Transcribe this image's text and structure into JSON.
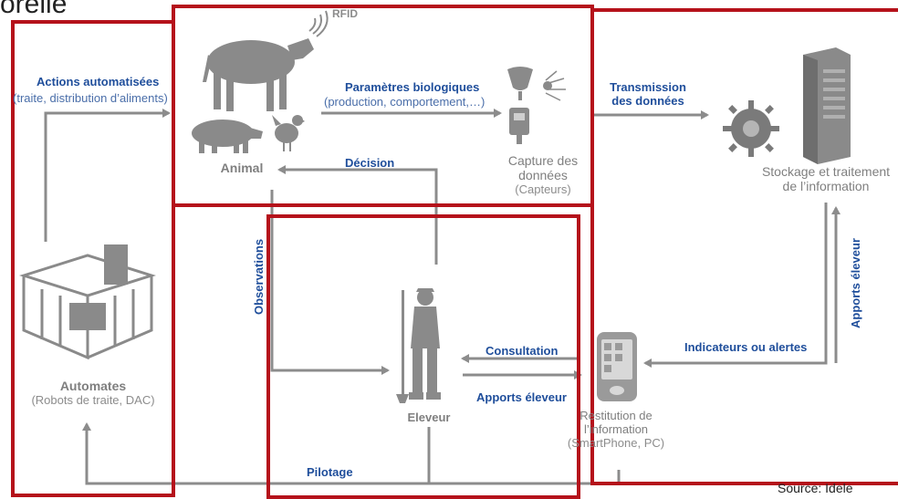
{
  "title_fragment": "orelle",
  "source": "Source: Idele",
  "nodes": {
    "animal": {
      "label": "Animal",
      "rfid": "RFID"
    },
    "capture": {
      "label_line1": "Capture des",
      "label_line2": "données",
      "sub": "(Capteurs)"
    },
    "stockage": {
      "label_line1": "Stockage et traitement",
      "label_line2": "de l’information"
    },
    "automates": {
      "label": "Automates",
      "sub": "(Robots de traite, DAC)"
    },
    "eleveur": {
      "label": "Eleveur"
    },
    "restitution": {
      "label_line1": "Restitution de",
      "label_line2": "l’information",
      "sub": "(SmartPhone, PC)"
    }
  },
  "edges": {
    "actions_line1": "Actions automatisées",
    "actions_line2": "(traite, distribution d’aliments)",
    "params_line1": "Paramètres biologiques",
    "params_line2": "(production, comportement,…)",
    "transmission_line1": "Transmission",
    "transmission_line2": "des données",
    "decision": "Décision",
    "observations": "Observations",
    "apports_vertical": "Apports éleveur",
    "indicateurs": "Indicateurs ou alertes",
    "consultation": "Consultation",
    "apports_horizontal": "Apports éleveur",
    "pilotage": "Pilotage"
  },
  "colors": {
    "frame": "#b5121b",
    "arrow": "#8c8c8c",
    "label_blue": "#1f4e9b",
    "label_gray": "#7f7f7f"
  },
  "icons": [
    "cow-icon",
    "pig-icon",
    "hen-icon",
    "rfid-waves-icon",
    "sensor-icon",
    "server-icon",
    "gear-icon",
    "robot-milking-icon",
    "farmer-icon",
    "smartphone-icon"
  ]
}
